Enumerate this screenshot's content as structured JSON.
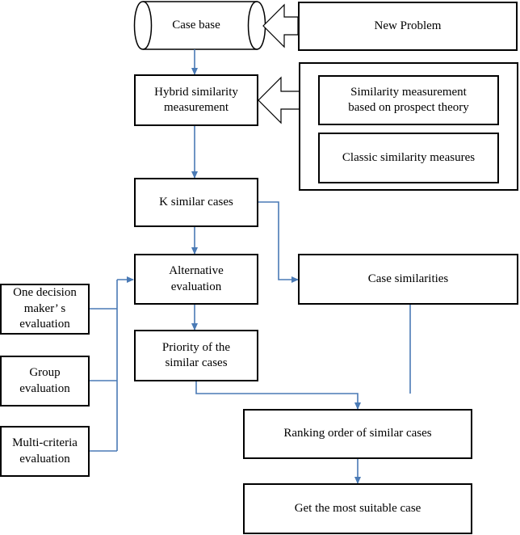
{
  "diagram": {
    "case_base": "Case base",
    "new_problem": "New Problem",
    "hybrid_similarity": "Hybrid similarity\nmeasurement",
    "prospect_theory": "Similarity measurement\nbased on prospect theory",
    "classic_measures": "Classic similarity measures",
    "k_similar_cases": "K similar cases",
    "alternative_evaluation": "Alternative\nevaluation",
    "case_similarities": "Case similarities",
    "one_decision_maker": "One decision\nmaker’ s\nevaluation",
    "group_evaluation": "Group\nevaluation",
    "multi_criteria": "Multi-criteria\nevaluation",
    "priority_similar_cases": "Priority of the\nsimilar cases",
    "ranking_order": "Ranking order of similar cases",
    "most_suitable_case": "Get the most suitable case"
  },
  "colors": {
    "connector": "#4a7ab5",
    "border": "#000000",
    "background": "#ffffff"
  }
}
